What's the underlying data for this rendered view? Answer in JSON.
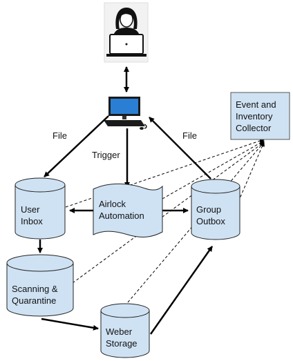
{
  "colors": {
    "cylinder_fill": "#cfe2f3",
    "box_fill": "#cfe2f3",
    "stroke": "#222222",
    "arrow": "#000000"
  },
  "icons": {
    "user": "person-at-laptop-icon",
    "computer": "desktop-computer-icon"
  },
  "nodes": {
    "user_inbox": {
      "line1": "User",
      "line2": "Inbox"
    },
    "scanning": {
      "line1": "Scanning &",
      "line2": "Quarantine"
    },
    "weber": {
      "line1": "Weber",
      "line2": "Storage"
    },
    "group_outbox": {
      "line1": "Group",
      "line2": "Outbox"
    },
    "airlock": {
      "line1": "Airlock",
      "line2": "Automation"
    },
    "collector": {
      "line1": "Event and",
      "line2": "Inventory",
      "line3": "Collector"
    }
  },
  "labels": {
    "file_left": "File",
    "file_right": "File",
    "trigger": "Trigger"
  }
}
